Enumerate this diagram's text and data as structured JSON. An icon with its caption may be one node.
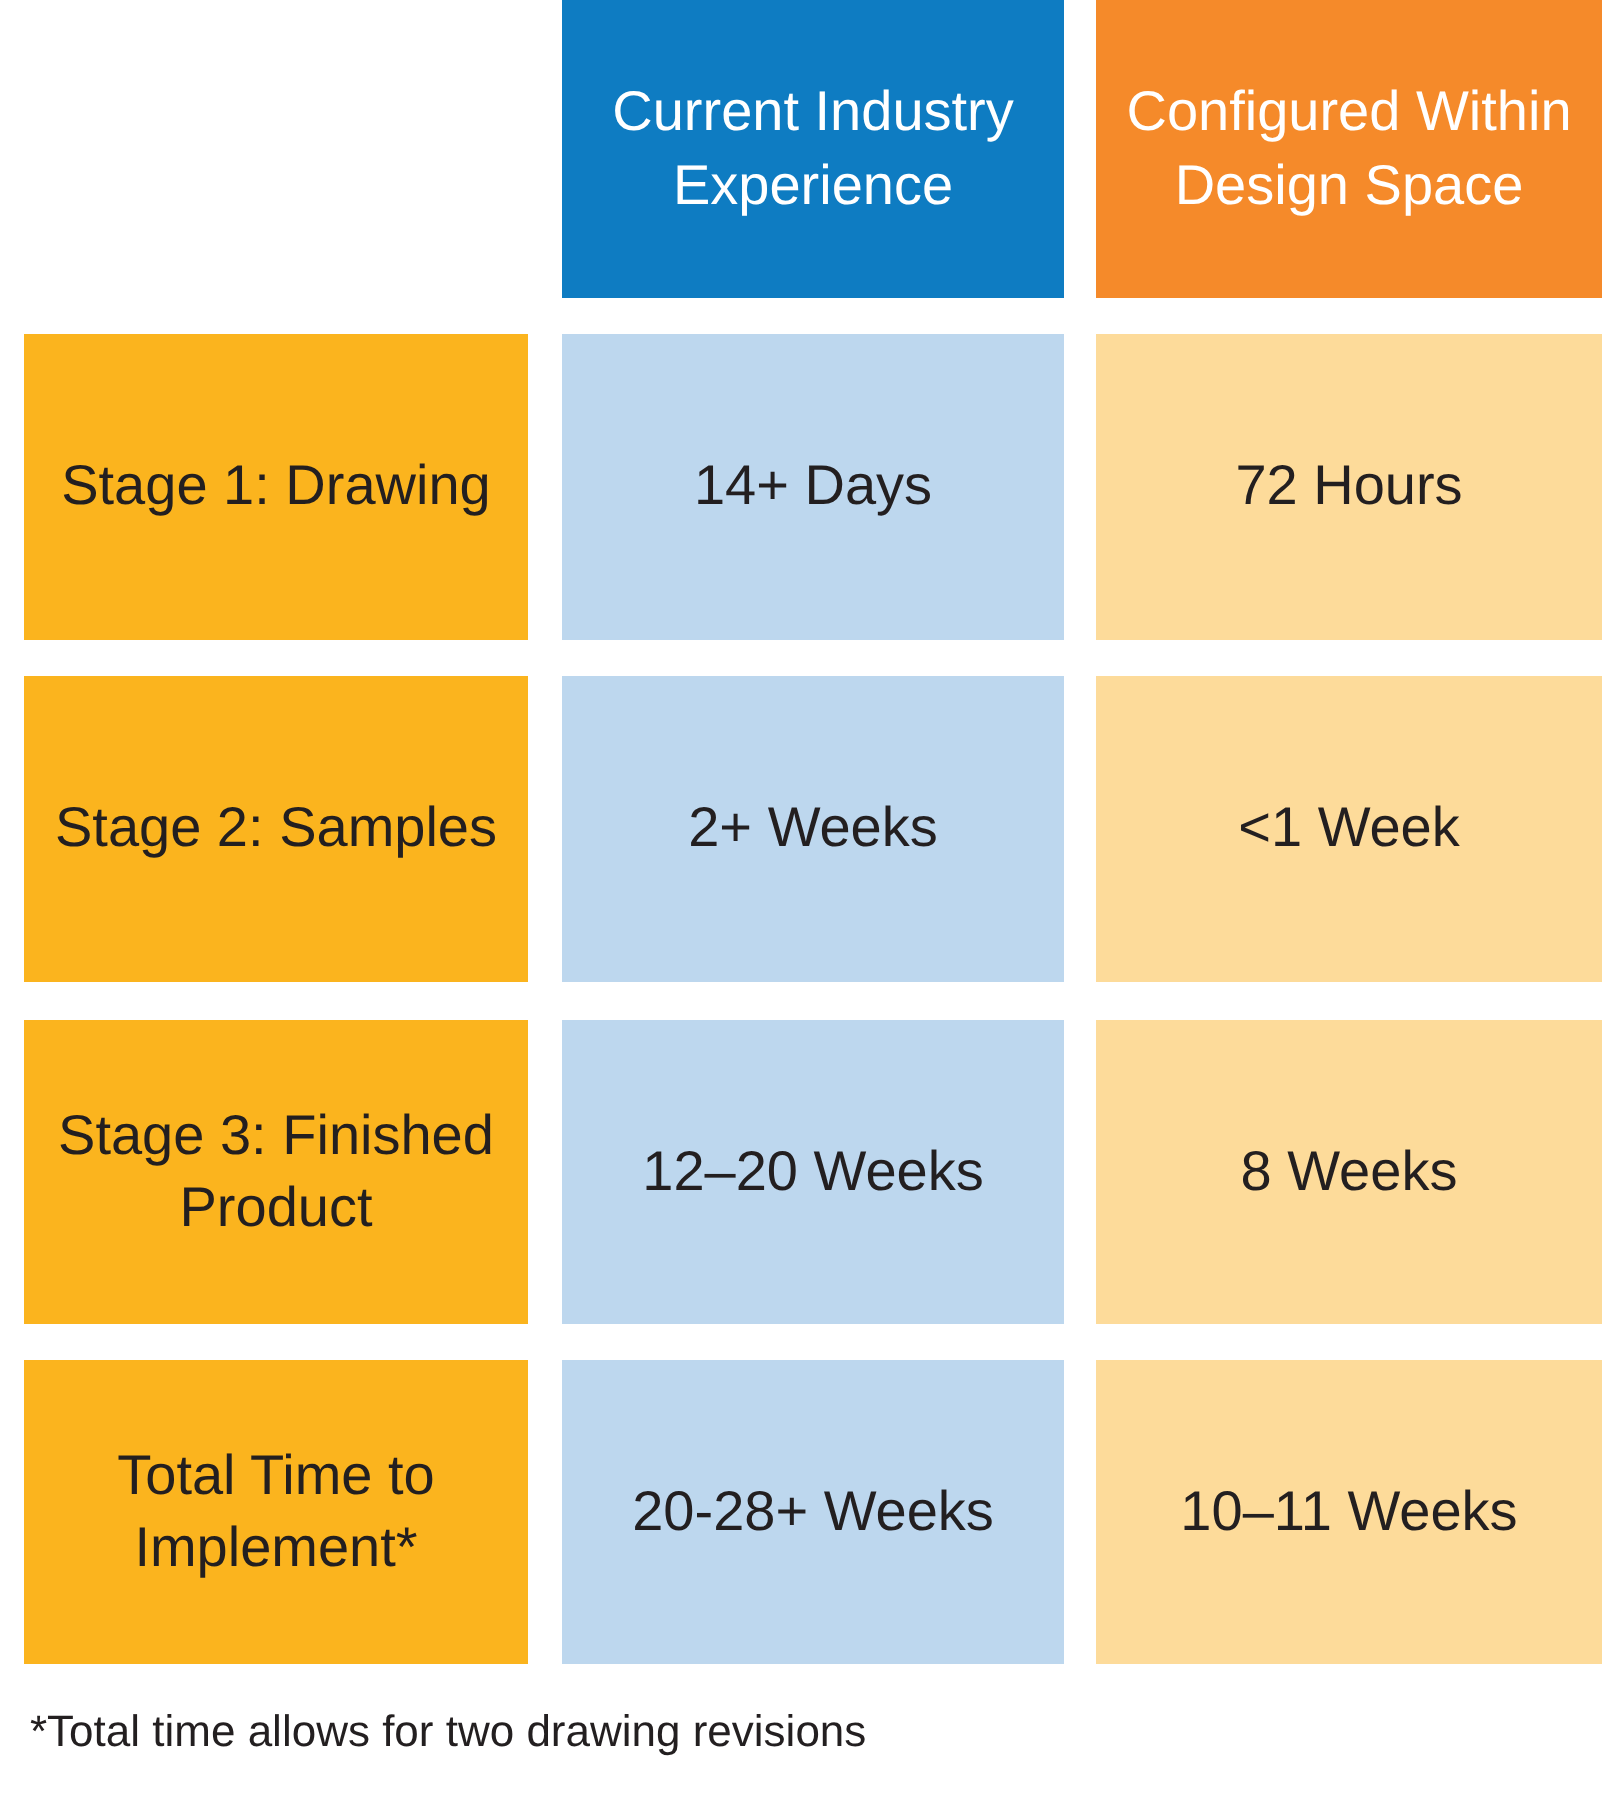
{
  "diagram": {
    "nodes": [
      {
        "text": [
          "Current Industry Experience"
        ]
      },
      {
        "text": [
          "Configured Within Design Space"
        ]
      },
      {
        "text": [
          "Stage 1: Drawing"
        ]
      },
      {
        "text": [
          "14+ Days"
        ]
      },
      {
        "text": [
          "72 Hours"
        ]
      },
      {
        "text": [
          "Stage 2: Samples"
        ]
      },
      {
        "text": [
          "2+ Weeks"
        ]
      },
      {
        "text": [
          "<1 Week"
        ]
      },
      {
        "text": [
          "Stage 3: Finished Product"
        ]
      },
      {
        "text": [
          "12–20 Weeks"
        ]
      },
      {
        "text": [
          "8 Weeks"
        ]
      },
      {
        "text": [
          "Total Time to Implement*"
        ]
      },
      {
        "text": [
          "20-28+ Weeks"
        ]
      },
      {
        "text": [
          "10–11 Weeks"
        ]
      }
    ],
    "labels": [
      "*Total time allows for two drawing revisions"
    ]
  }
}
